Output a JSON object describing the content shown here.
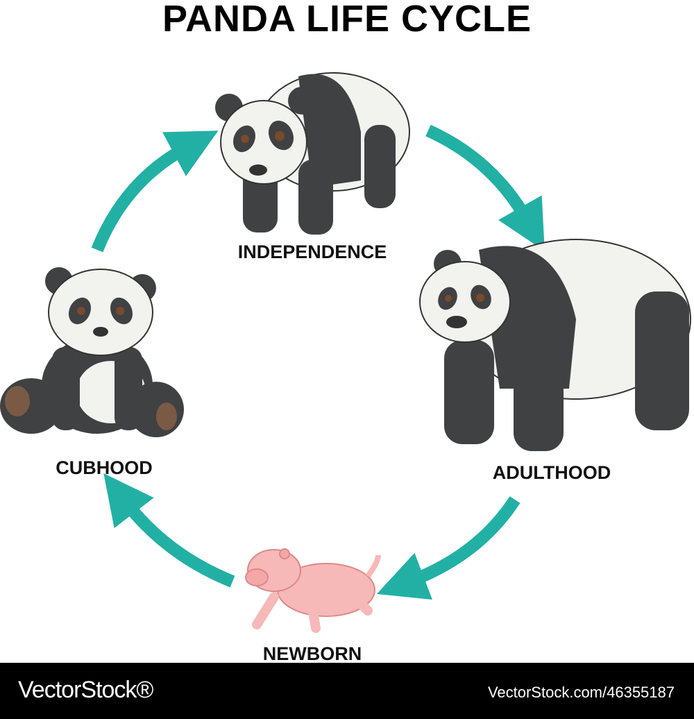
{
  "title": "PANDA LIFE CYCLE",
  "stages": {
    "independence": "INDEPENDENCE",
    "adulthood": "ADULTHOOD",
    "newborn": "NEWBORN",
    "cubhood": "CUBHOOD"
  },
  "colors": {
    "arrow": "#22b0a5",
    "fur_dark": "#3f4143",
    "fur_light": "#f2f2ef",
    "newborn": "#f7b8b8"
  },
  "footer": {
    "brand": "VectorStock®",
    "url": "VectorStock.com/46355187"
  }
}
